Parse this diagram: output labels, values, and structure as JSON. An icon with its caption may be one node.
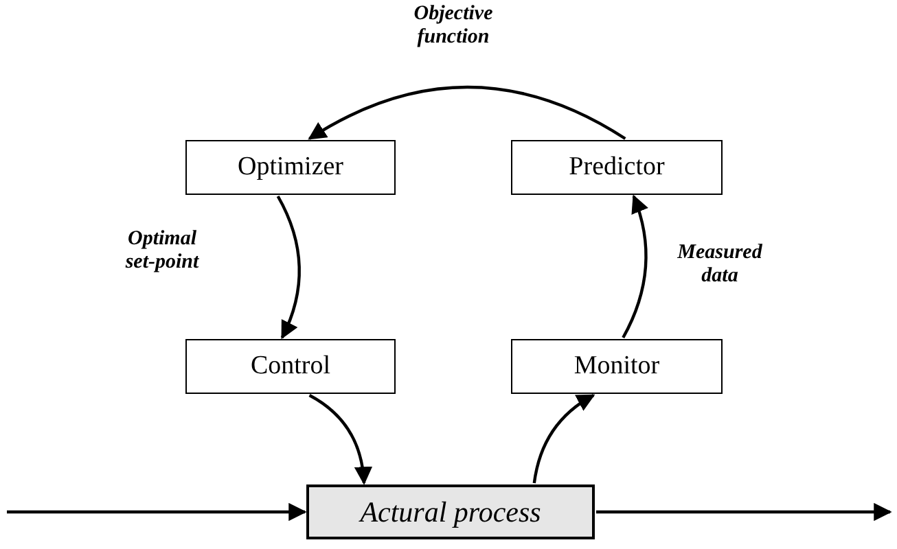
{
  "diagram": {
    "nodes": [
      {
        "text": [
          "Optimizer"
        ]
      },
      {
        "text": [
          "Predictor"
        ]
      },
      {
        "text": [
          "Control"
        ]
      },
      {
        "text": [
          "Monitor"
        ]
      },
      {
        "text": [
          "Actural process"
        ]
      }
    ],
    "edges": [
      {
        "from": 1,
        "to": 0,
        "arrow": "to",
        "label": "Objective function"
      },
      {
        "from": 0,
        "to": 2,
        "arrow": "to",
        "label": "Optimal set-point"
      },
      {
        "from": 2,
        "to": 4,
        "arrow": "to"
      },
      {
        "from": 4,
        "to": 3,
        "arrow": "to"
      },
      {
        "from": 3,
        "to": 1,
        "arrow": "to",
        "label": "Measured data"
      },
      {
        "from": null,
        "to": 4,
        "arrow": "to"
      },
      {
        "from": 4,
        "to": null,
        "arrow": "to"
      }
    ]
  }
}
